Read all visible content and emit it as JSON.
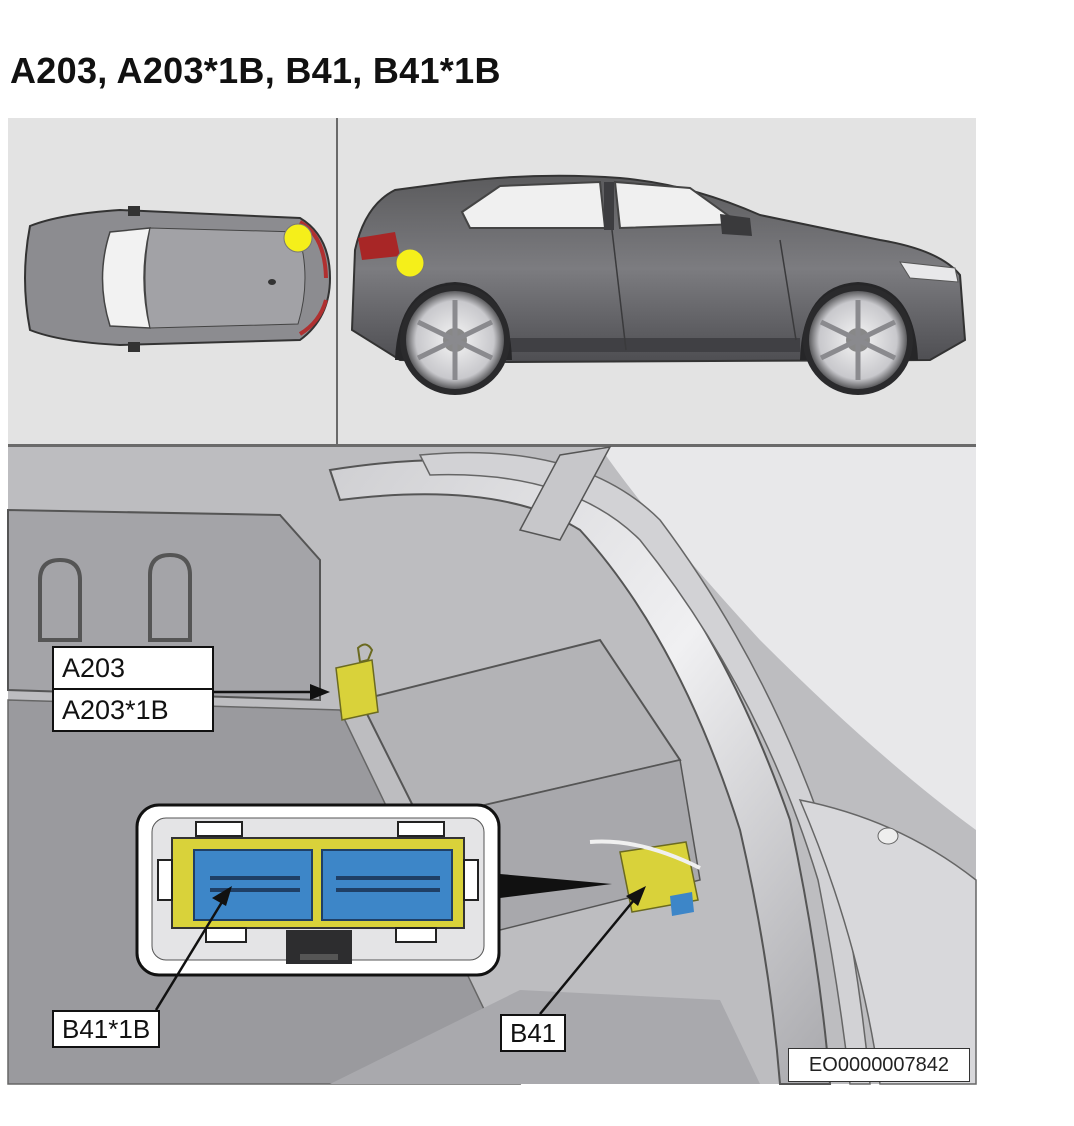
{
  "title": "A203, A203*1B, B41, B41*1B",
  "labels": {
    "a203": "A203",
    "a203_1b": "A203*1B",
    "b41": "B41",
    "b41_1b": "B41*1B"
  },
  "doc_id": "EO0000007842",
  "colors": {
    "marker_yellow": "#f5ef1a",
    "connector_blue": "#3d86c8",
    "module_yellow": "#d9d23a",
    "panel_bg": "#e3e3e3"
  }
}
